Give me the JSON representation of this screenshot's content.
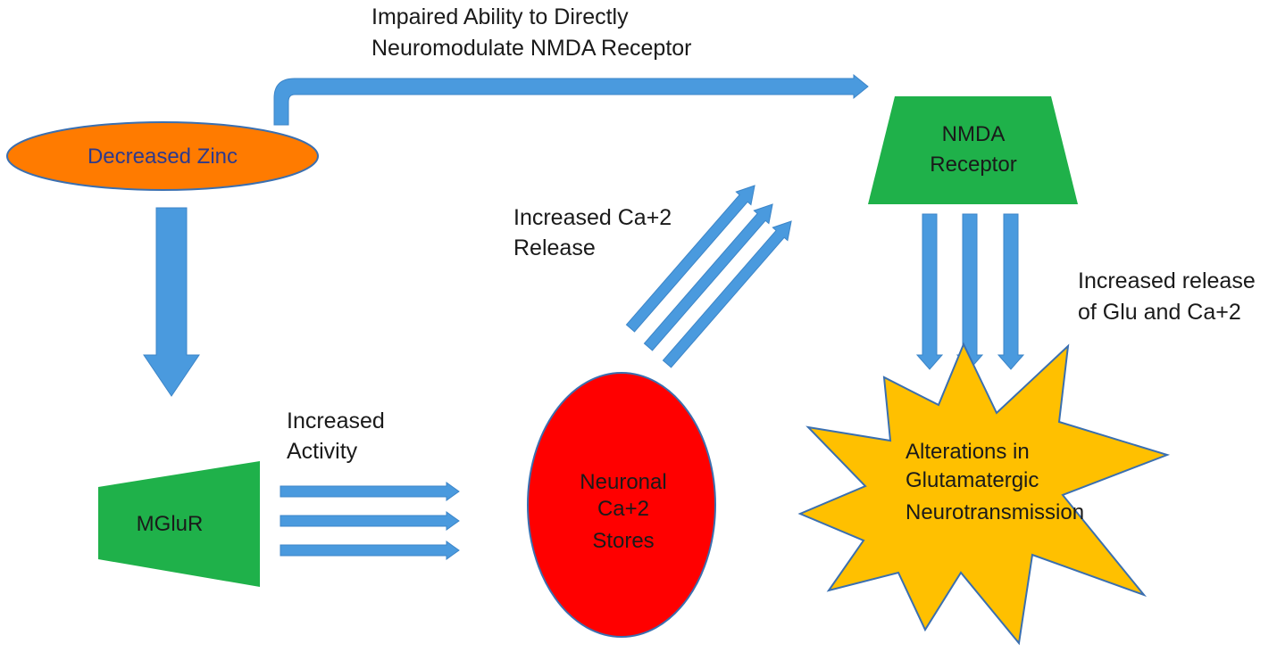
{
  "nodes": {
    "zinc": {
      "label": "Decreased Zinc",
      "fill": "#ff7b00",
      "text_color": "#2e3a8c"
    },
    "mglur": {
      "label": "MGluR",
      "fill": "#1fb14a",
      "text_color": "#1a1a1a"
    },
    "nmda": {
      "line1": "NMDA",
      "line2": "Receptor",
      "fill": "#1fb14a",
      "text_color": "#1a1a1a"
    },
    "stores": {
      "line1": "Neuronal",
      "line2": "Ca+2",
      "line3": "Stores",
      "fill": "#ff0000",
      "text_color": "#1a1a1a"
    },
    "alterations": {
      "line1": "Alterations in",
      "line2": "Glutamatergic",
      "line3": "Neurotransmission",
      "fill": "#ffc000",
      "text_color": "#1a1a1a"
    }
  },
  "edges": {
    "impaired": {
      "line1": "Impaired Ability to Directly",
      "line2": "Neuromodulate NMDA Receptor"
    },
    "activity": {
      "line1": "Increased",
      "line2": "Activity"
    },
    "ca_release": {
      "line1": "Increased Ca+2",
      "line2": "Release"
    },
    "glu_release": {
      "line1": "Increased release",
      "line2": "of Glu and Ca+2"
    }
  },
  "colors": {
    "arrow": "#4a9ade",
    "arrow_stroke": "#3c85c8"
  }
}
